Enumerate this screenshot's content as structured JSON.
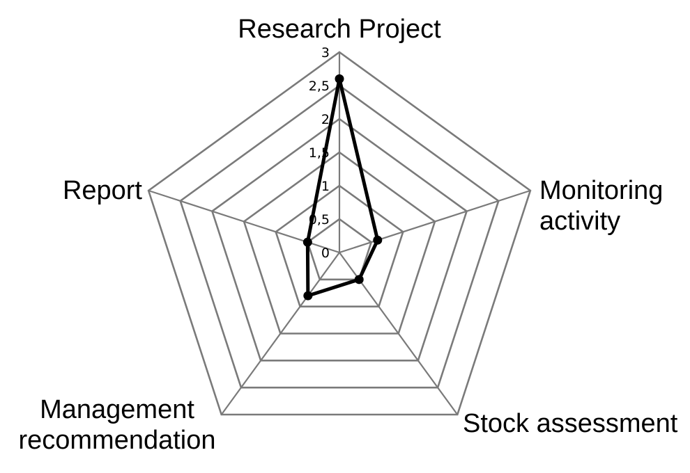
{
  "chart_data": {
    "type": "radar",
    "categories": [
      "Research Project",
      "Monitoring activity",
      "Stock assessment",
      "Management recommendation",
      "Report"
    ],
    "category_label_lines": [
      [
        "Research Project"
      ],
      [
        "Monitoring",
        "activity"
      ],
      [
        "Stock assessment"
      ],
      [
        "Management",
        "recommendation"
      ],
      [
        "Report"
      ]
    ],
    "tick_labels": [
      "0",
      "0,5",
      "1",
      "1,5",
      "2",
      "2,5",
      "3"
    ],
    "ticks": [
      0,
      0.5,
      1,
      1.5,
      2,
      2.5,
      3
    ],
    "rlim": [
      0,
      3
    ],
    "series": [
      {
        "values": [
          2.6,
          0.6,
          0.5,
          0.8,
          0.5
        ]
      }
    ],
    "grid": true,
    "legend": "none",
    "colors": {
      "grid": "#7a7a7a",
      "series": "#000000"
    }
  }
}
